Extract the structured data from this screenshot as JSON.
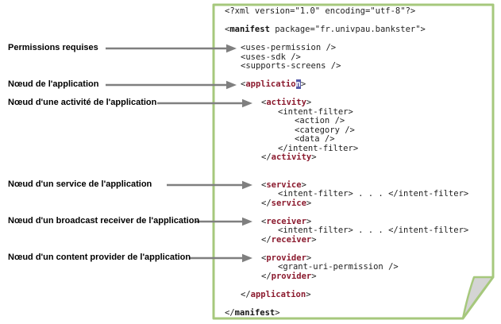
{
  "colors": {
    "page_border_green": "#a6c87c",
    "tag_red": "#8b1a2e",
    "manifest_black": "#141414",
    "plain_code": "#1f1f1f",
    "arrow_gray": "#7f7f7f",
    "selection_blue": "#565aa8",
    "fold_gray": "#d4d4d4"
  },
  "labels": [
    {
      "text": "Permissions requises"
    },
    {
      "text": "Nœud de l'application"
    },
    {
      "text": "Nœud d'une activité de l'application"
    },
    {
      "text": "Nœud d'un service de l'application"
    },
    {
      "text": "Nœud d'un broadcast receiver de l'application"
    },
    {
      "text": "Nœud d'un content provider de l'application"
    }
  ],
  "code": {
    "lines": [
      {
        "indent": 0,
        "segs": [
          {
            "s": "plain",
            "t": "<?xml version=\"1.0\" encoding=\"utf-8\"?>"
          }
        ]
      },
      {
        "indent": 0,
        "segs": []
      },
      {
        "indent": 0,
        "segs": [
          {
            "s": "plain",
            "t": "<"
          },
          {
            "s": "mani",
            "t": "manifest"
          },
          {
            "s": "plain",
            "t": " package=\"fr.univpau.bankster\">"
          }
        ]
      },
      {
        "indent": 0,
        "segs": []
      },
      {
        "indent": 1,
        "segs": [
          {
            "s": "plain",
            "t": "<uses-permission />"
          }
        ]
      },
      {
        "indent": 1,
        "segs": [
          {
            "s": "plain",
            "t": "<uses-sdk />"
          }
        ]
      },
      {
        "indent": 1,
        "segs": [
          {
            "s": "plain",
            "t": "<supports-screens />"
          }
        ]
      },
      {
        "indent": 0,
        "segs": []
      },
      {
        "indent": 1,
        "segs": [
          {
            "s": "plain",
            "t": "<"
          },
          {
            "s": "tag",
            "t": "applicatio"
          },
          {
            "s": "sel",
            "t": "n"
          },
          {
            "s": "plain",
            "t": ">"
          }
        ]
      },
      {
        "indent": 0,
        "segs": []
      },
      {
        "indent": 2,
        "segs": [
          {
            "s": "plain",
            "t": "<"
          },
          {
            "s": "tag",
            "t": "activity"
          },
          {
            "s": "plain",
            "t": ">"
          }
        ]
      },
      {
        "indent": 3,
        "segs": [
          {
            "s": "plain",
            "t": "<intent-filter>"
          }
        ]
      },
      {
        "indent": 4,
        "segs": [
          {
            "s": "plain",
            "t": "<action />"
          }
        ]
      },
      {
        "indent": 4,
        "segs": [
          {
            "s": "plain",
            "t": "<category />"
          }
        ]
      },
      {
        "indent": 4,
        "segs": [
          {
            "s": "plain",
            "t": "<data />"
          }
        ]
      },
      {
        "indent": 3,
        "segs": [
          {
            "s": "plain",
            "t": "</intent-filter>"
          }
        ]
      },
      {
        "indent": 2,
        "segs": [
          {
            "s": "plain",
            "t": "</"
          },
          {
            "s": "tag",
            "t": "activity"
          },
          {
            "s": "plain",
            "t": ">"
          }
        ]
      },
      {
        "indent": 0,
        "segs": []
      },
      {
        "indent": 0,
        "segs": []
      },
      {
        "indent": 2,
        "segs": [
          {
            "s": "plain",
            "t": "<"
          },
          {
            "s": "tag",
            "t": "service"
          },
          {
            "s": "plain",
            "t": ">"
          }
        ]
      },
      {
        "indent": 3,
        "segs": [
          {
            "s": "plain",
            "t": "<intent-filter> . . . </intent-filter>"
          }
        ]
      },
      {
        "indent": 2,
        "segs": [
          {
            "s": "plain",
            "t": "</"
          },
          {
            "s": "tag",
            "t": "service"
          },
          {
            "s": "plain",
            "t": ">"
          }
        ]
      },
      {
        "indent": 0,
        "segs": []
      },
      {
        "indent": 2,
        "segs": [
          {
            "s": "plain",
            "t": "<"
          },
          {
            "s": "tag",
            "t": "receiver"
          },
          {
            "s": "plain",
            "t": ">"
          }
        ]
      },
      {
        "indent": 3,
        "segs": [
          {
            "s": "plain",
            "t": "<intent-filter> . . . </intent-filter>"
          }
        ]
      },
      {
        "indent": 2,
        "segs": [
          {
            "s": "plain",
            "t": "</"
          },
          {
            "s": "tag",
            "t": "receiver"
          },
          {
            "s": "plain",
            "t": ">"
          }
        ]
      },
      {
        "indent": 0,
        "segs": []
      },
      {
        "indent": 2,
        "segs": [
          {
            "s": "plain",
            "t": "<"
          },
          {
            "s": "tag",
            "t": "provider"
          },
          {
            "s": "plain",
            "t": ">"
          }
        ]
      },
      {
        "indent": 3,
        "segs": [
          {
            "s": "plain",
            "t": "<grant-uri-permission />"
          }
        ]
      },
      {
        "indent": 2,
        "segs": [
          {
            "s": "plain",
            "t": "</"
          },
          {
            "s": "tag",
            "t": "provider"
          },
          {
            "s": "plain",
            "t": ">"
          }
        ]
      },
      {
        "indent": 0,
        "segs": []
      },
      {
        "indent": 1,
        "segs": [
          {
            "s": "plain",
            "t": "</"
          },
          {
            "s": "tag",
            "t": "application"
          },
          {
            "s": "plain",
            "t": ">"
          }
        ]
      },
      {
        "indent": 0,
        "segs": []
      },
      {
        "indent": 0,
        "segs": [
          {
            "s": "plain",
            "t": "</"
          },
          {
            "s": "mani",
            "t": "manifest"
          },
          {
            "s": "plain",
            "t": ">"
          }
        ]
      }
    ]
  }
}
